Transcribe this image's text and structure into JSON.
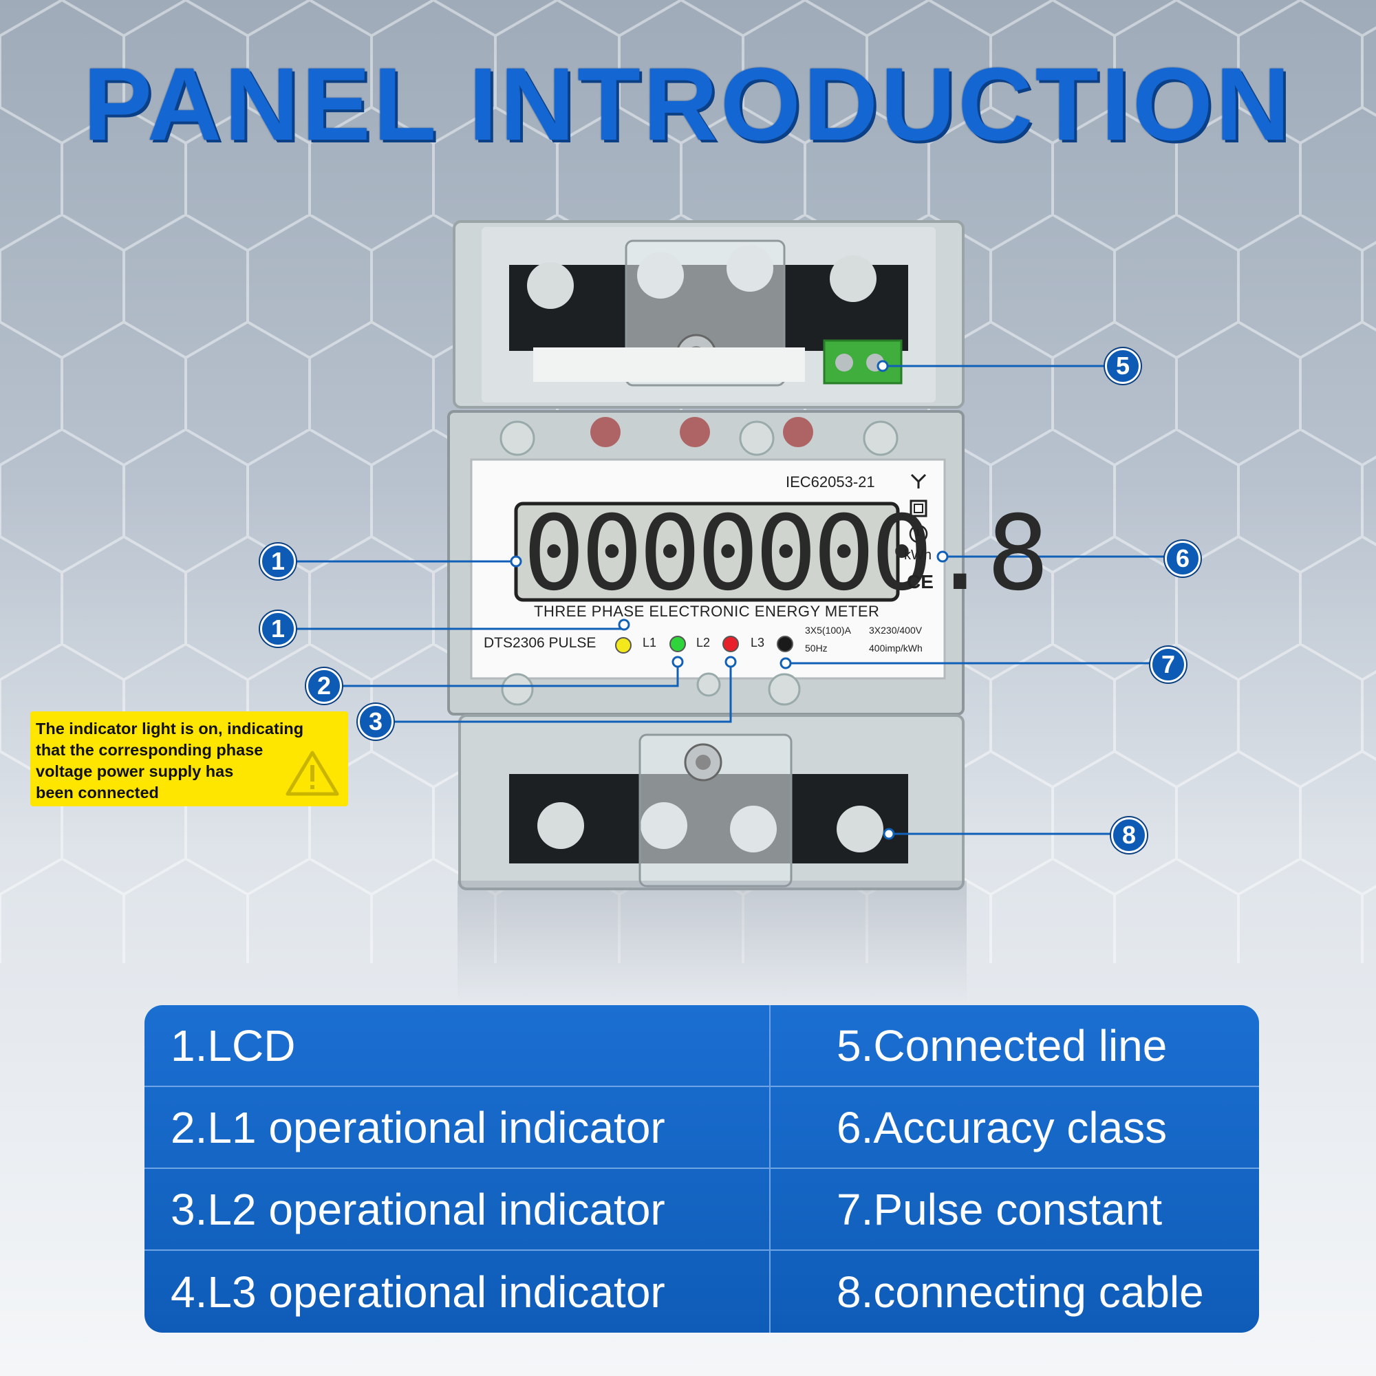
{
  "title": "PANEL INTRODUCTION",
  "meter": {
    "standard": "IEC62053-21",
    "lcd_reading": "0000000.8",
    "unit": "kWh",
    "accuracy_class": "1",
    "mark": "CE",
    "name": "THREE PHASE ELECTRONIC ENERGY METER",
    "model_pulse": "DTS2306 PULSE",
    "phase_labels": [
      "L1",
      "L2",
      "L3"
    ],
    "current_rating": "3X5(100)A",
    "frequency": "50Hz",
    "voltage_rating": "3X230/400V",
    "pulse_constant": "400imp/kWh",
    "indicator_colors": {
      "pulse": "#f2e81c",
      "l1": "#2fd43a",
      "l2": "#e8202a",
      "l3": "#1a1a1a"
    }
  },
  "markers": [
    "1",
    "1",
    "2",
    "3",
    "5",
    "6",
    "7",
    "8"
  ],
  "warning": {
    "lines": [
      "The indicator light is on, indicating",
      "that the corresponding phase",
      "voltage power supply has",
      "been connected"
    ]
  },
  "legend": {
    "left": [
      "1.LCD",
      "2.L1 operational indicator",
      "3.L2 operational indicator",
      "4.L3 operational indicator"
    ],
    "right": [
      "5.Connected line",
      "6.Accuracy class",
      "7.Pulse constant",
      "8.connecting cable"
    ]
  },
  "colors": {
    "title": "#1466d2",
    "table": "#1565c8",
    "marker": "#0d5bb5",
    "warning": "#ffe600"
  }
}
